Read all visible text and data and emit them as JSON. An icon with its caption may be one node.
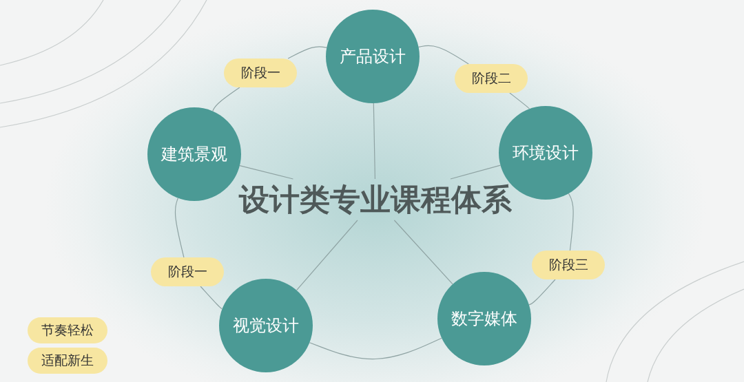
{
  "diagram": {
    "nodes": [
      {
        "text": [
          "设计类专业课程体系"
        ]
      },
      {
        "text": [
          "产品设计"
        ]
      },
      {
        "text": [
          "阶段一"
        ]
      },
      {
        "text": [
          "阶段二"
        ]
      },
      {
        "text": [
          "建筑景观"
        ]
      },
      {
        "text": [
          "环境设计"
        ]
      },
      {
        "text": [
          "阶段一"
        ]
      },
      {
        "text": [
          "阶段三"
        ]
      },
      {
        "text": [
          "视觉设计"
        ]
      },
      {
        "text": [
          "数字媒体"
        ]
      },
      {
        "text": [
          "节奏轻松"
        ]
      },
      {
        "text": [
          "适配新生"
        ]
      }
    ],
    "edges": [
      {
        "from": 0,
        "to": 1,
        "arrow": "none"
      },
      {
        "from": 0,
        "to": 4,
        "arrow": "none"
      },
      {
        "from": 0,
        "to": 5,
        "arrow": "none"
      },
      {
        "from": 0,
        "to": 8,
        "arrow": "none"
      },
      {
        "from": 0,
        "to": 9,
        "arrow": "none"
      },
      {
        "from": 1,
        "to": 2,
        "arrow": "none"
      },
      {
        "from": 2,
        "to": 4,
        "arrow": "none"
      },
      {
        "from": 4,
        "to": 6,
        "arrow": "none"
      },
      {
        "from": 6,
        "to": 8,
        "arrow": "none"
      },
      {
        "from": 8,
        "to": 9,
        "arrow": "none"
      },
      {
        "from": 9,
        "to": 7,
        "arrow": "none"
      },
      {
        "from": 7,
        "to": 5,
        "arrow": "none"
      },
      {
        "from": 5,
        "to": 3,
        "arrow": "none"
      },
      {
        "from": 3,
        "to": 1,
        "arrow": "none"
      }
    ]
  }
}
